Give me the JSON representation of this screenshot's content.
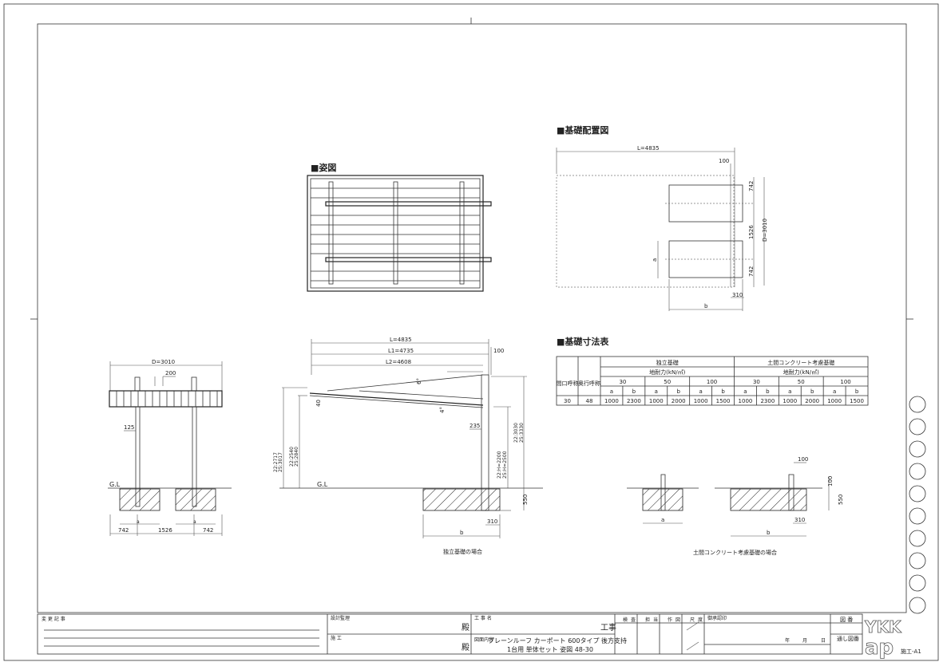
{
  "sections": {
    "sugata_title": "■姿図",
    "layout_title": "■基礎配置図",
    "table_title": "■基礎寸法表"
  },
  "plan_view": {
    "l": "L=4835",
    "d100": "100",
    "d742a": "742",
    "d1526": "1526",
    "d742b": "742",
    "d3010": "D=3010",
    "a": "a",
    "b": "b",
    "d310": "310"
  },
  "side_view": {
    "l": "L=4835",
    "l1": "L1=4735",
    "l2": "L2=4608",
    "d100": "100",
    "h_left_outer_22": "22:2717",
    "h_left_outer_25": "25:3017",
    "h_left_inner_22": "22:2540",
    "h_left_inner_25": "25:2840",
    "d40": "40",
    "ang6": "6°",
    "ang4": "4°",
    "d235": "235",
    "h22": "22:H=2200",
    "h25": "25:H=2500",
    "top22": "22:3030",
    "top25": "25:3330",
    "gl": "G.L",
    "d550": "550",
    "d310": "310",
    "b": "b",
    "caption": "独立基礎の場合"
  },
  "front_view": {
    "d": "D=3010",
    "d200": "200",
    "d125": "125",
    "gl": "G.L",
    "a1": "a",
    "a2": "a",
    "d742a": "742",
    "d1526": "1526",
    "d742b": "742"
  },
  "detail_view": {
    "a": "a",
    "b": "b",
    "d310": "310",
    "d100top": "100",
    "d100side": "100",
    "d550": "550",
    "caption": "土間コンクリート考慮基礎の場合"
  },
  "table": {
    "col_width": "間口呼称",
    "col_depth": "奥行呼称",
    "group1": "独立基礎",
    "group2": "土間コンクリート考慮基礎",
    "bearing": "地耐力(kN/㎡)",
    "loads": [
      "30",
      "50",
      "100",
      "30",
      "50",
      "100"
    ],
    "ab": [
      "a",
      "b",
      "a",
      "b",
      "a",
      "b",
      "a",
      "b",
      "a",
      "b",
      "a",
      "b"
    ],
    "row": [
      "30",
      "48",
      "1000",
      "2300",
      "1000",
      "2000",
      "1000",
      "1500",
      "1000",
      "2300",
      "1000",
      "2000",
      "1000",
      "1500"
    ]
  },
  "title_block": {
    "change_log": "変 更 記 事",
    "design_supervisor": "設計監理",
    "construction": "施  工",
    "dono1": "殿",
    "dono2": "殿",
    "project_name_label": "工 事 名",
    "project_suffix": "工事",
    "drawing_content_label": "図面内容",
    "drawing_content_1": "プレーンルーフ カーポート 600タイプ 後方支持",
    "drawing_content_2": "1台用 単体セット  姿図 48-30",
    "cols": [
      "検",
      "査",
      "担",
      "当",
      "作",
      "図",
      "尺",
      "度"
    ],
    "approval": "御承認印",
    "date": [
      "年",
      "月",
      "日"
    ],
    "drawing_no": "図  番",
    "serial_no": "通し図番",
    "logo": "YKK ap",
    "sheet": "施工-A1"
  }
}
